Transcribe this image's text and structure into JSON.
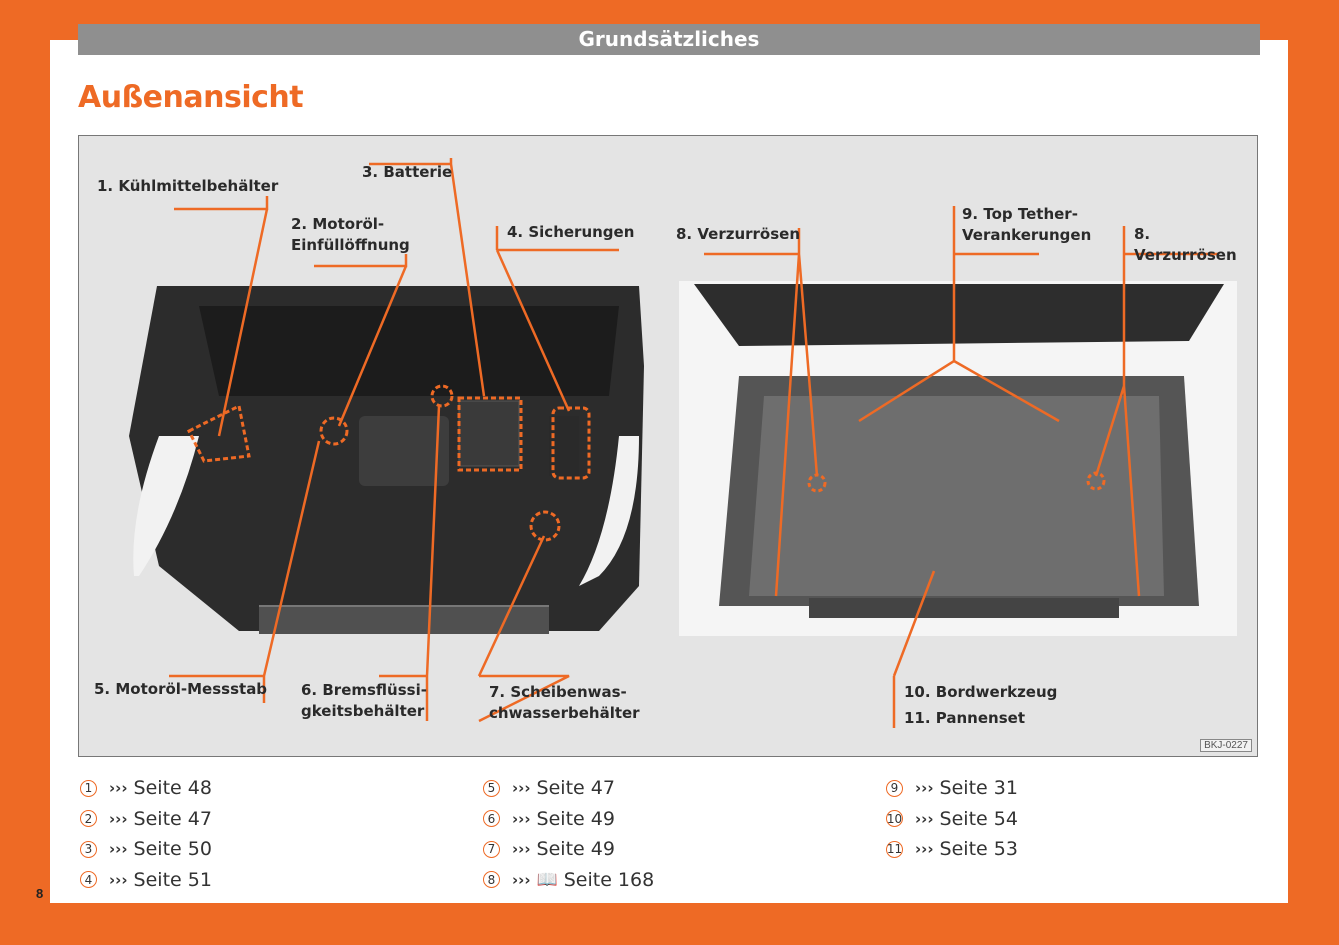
{
  "header": {
    "section": "Grundsätzliches"
  },
  "page_title": "Außenansicht",
  "figure": {
    "code": "BKJ-0227",
    "labels": {
      "l1": "1. Kühlmittelbehälter",
      "l2": "2. Motoröl-\nEinfüllöffnung",
      "l3": "3. Batterie",
      "l4": "4. Sicherungen",
      "l5": "5. Motoröl-Messstab",
      "l6": "6. Bremsflüssi-\ngkeitsbehälter",
      "l7": "7. Scheibenwas-\nchwasserbehälter",
      "l8a": "8. Verzurrösen",
      "l9": "9. Top Tether-\nVerankerungen",
      "l8b": "8. Verzurrösen",
      "l10": "10. Bordwerkzeug",
      "l11": "11. Pannenset"
    }
  },
  "references": {
    "col1": [
      {
        "num": "1",
        "arrows": "›››",
        "text": "Seite 48"
      },
      {
        "num": "2",
        "arrows": "›››",
        "text": "Seite 47"
      },
      {
        "num": "3",
        "arrows": "›››",
        "text": "Seite 50"
      },
      {
        "num": "4",
        "arrows": "›››",
        "text": "Seite 51"
      }
    ],
    "col2": [
      {
        "num": "5",
        "arrows": "›››",
        "text": "Seite 47"
      },
      {
        "num": "6",
        "arrows": "›››",
        "text": "Seite 49"
      },
      {
        "num": "7",
        "arrows": "›››",
        "text": "Seite 49"
      },
      {
        "num": "8",
        "arrows": "›››",
        "text": "Seite 168",
        "icon": "book-search-icon"
      }
    ],
    "col3": [
      {
        "num": "9",
        "arrows": "›››",
        "text": "Seite 31"
      },
      {
        "num": "10",
        "arrows": "›››",
        "text": "Seite 54"
      },
      {
        "num": "11",
        "arrows": "›››",
        "text": "Seite 53"
      }
    ]
  },
  "page_number": "8",
  "colors": {
    "accent": "#ee6a25",
    "header_bar": "#8f8f8f"
  }
}
